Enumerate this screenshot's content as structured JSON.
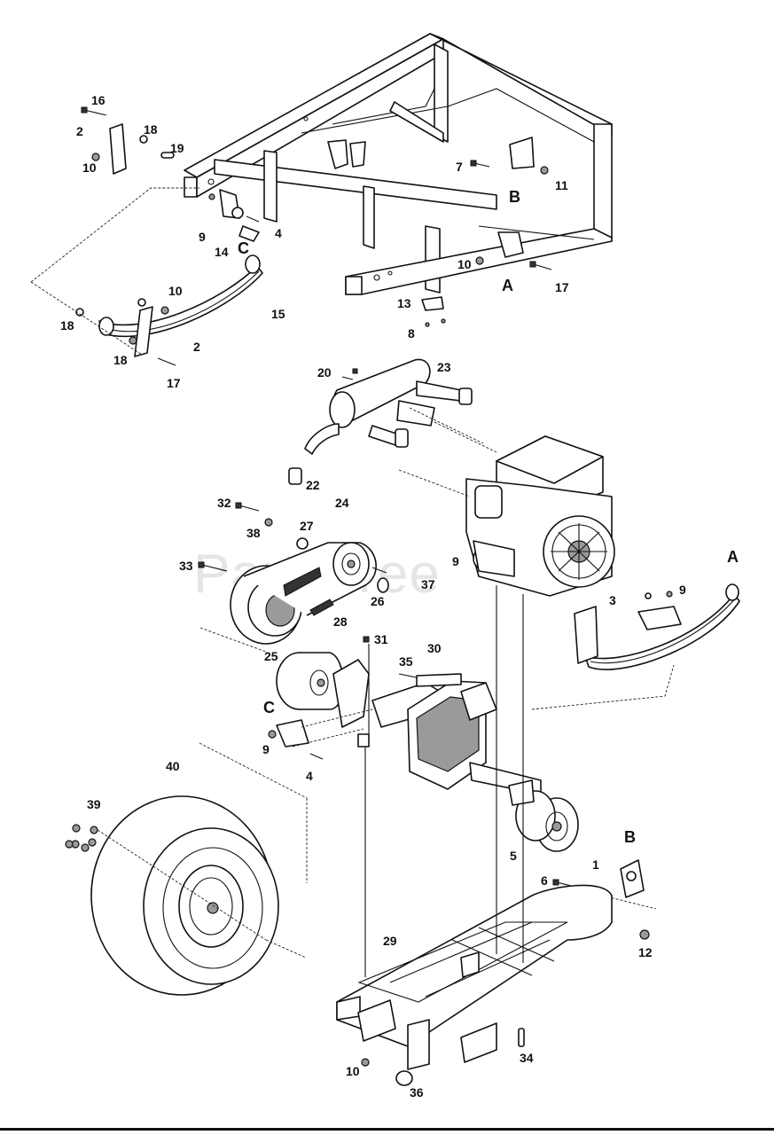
{
  "watermark": "PartsTree",
  "parts": {
    "p1": "1",
    "p2a": "2",
    "p2b": "2",
    "p3": "3",
    "p4a": "4",
    "p4b": "4",
    "p5": "5",
    "p6": "6",
    "p7": "7",
    "p8": "8",
    "p9a": "9",
    "p9b": "9",
    "p9c": "9",
    "p9d": "9",
    "p10a": "10",
    "p10b": "10",
    "p10c": "10",
    "p10d": "10",
    "p11": "11",
    "p12": "12",
    "p13": "13",
    "p14": "14",
    "p15": "15",
    "p16": "16",
    "p17a": "17",
    "p17b": "17",
    "p18a": "18",
    "p18b": "18",
    "p18c": "18",
    "p19": "19",
    "p20": "20",
    "p22": "22",
    "p23": "23",
    "p24": "24",
    "p25": "25",
    "p26": "26",
    "p27": "27",
    "p28": "28",
    "p29": "29",
    "p30": "30",
    "p31": "31",
    "p32": "32",
    "p33": "33",
    "p34": "34",
    "p35": "35",
    "p36": "36",
    "p37": "37",
    "p38": "38",
    "p39": "39",
    "p40": "40"
  },
  "refs": {
    "a1": "A",
    "a2": "A",
    "b1": "B",
    "b2": "B",
    "c1": "C",
    "c2": "C"
  }
}
